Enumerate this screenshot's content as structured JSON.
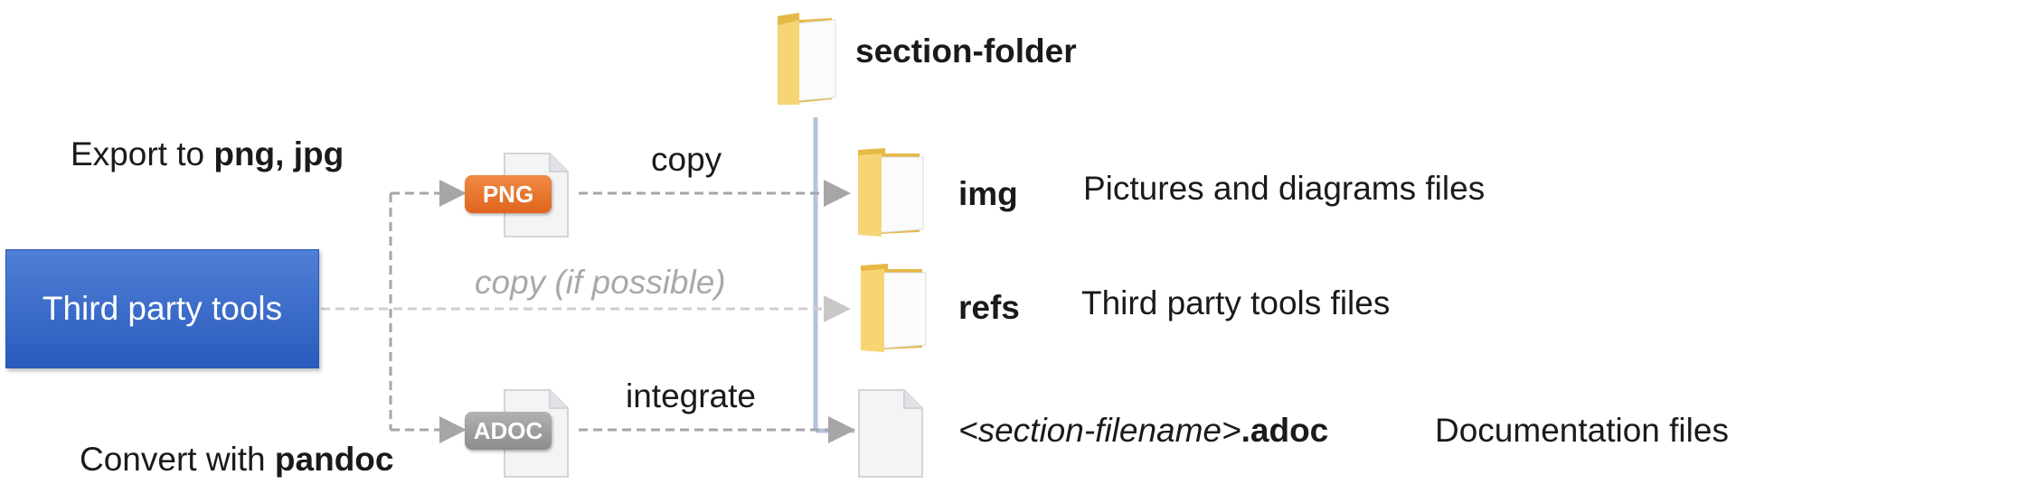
{
  "folder_tree": {
    "root": {
      "name": "section-folder",
      "icon": "folder-icon"
    },
    "items": [
      {
        "name": "img",
        "icon": "folder-icon",
        "description": "Pictures and diagrams files"
      },
      {
        "name": "refs",
        "icon": "folder-icon",
        "description": "Third party tools files"
      },
      {
        "name_prefix": "<section-filename>",
        "name_suffix": ".adoc",
        "icon": "document-icon",
        "description": "Documentation files"
      }
    ]
  },
  "source": {
    "label": "Third party tools",
    "color": "#3366cc"
  },
  "exports": {
    "top": {
      "prefix": "Export to ",
      "bold": "png, jpg"
    },
    "bottom": {
      "prefix": "Convert with ",
      "bold": "pandoc"
    }
  },
  "badges": {
    "png": {
      "text": "PNG",
      "color": "#e8712a"
    },
    "adoc": {
      "text": "ADOC",
      "color": "#9c9c9c"
    }
  },
  "edges": {
    "copy": "copy",
    "copy_if_possible": "copy (if possible)",
    "integrate": "integrate"
  },
  "colors": {
    "arrow": "#a6a6a6",
    "tree_line": "#b4c3de",
    "folder": "#f5cf6a"
  }
}
